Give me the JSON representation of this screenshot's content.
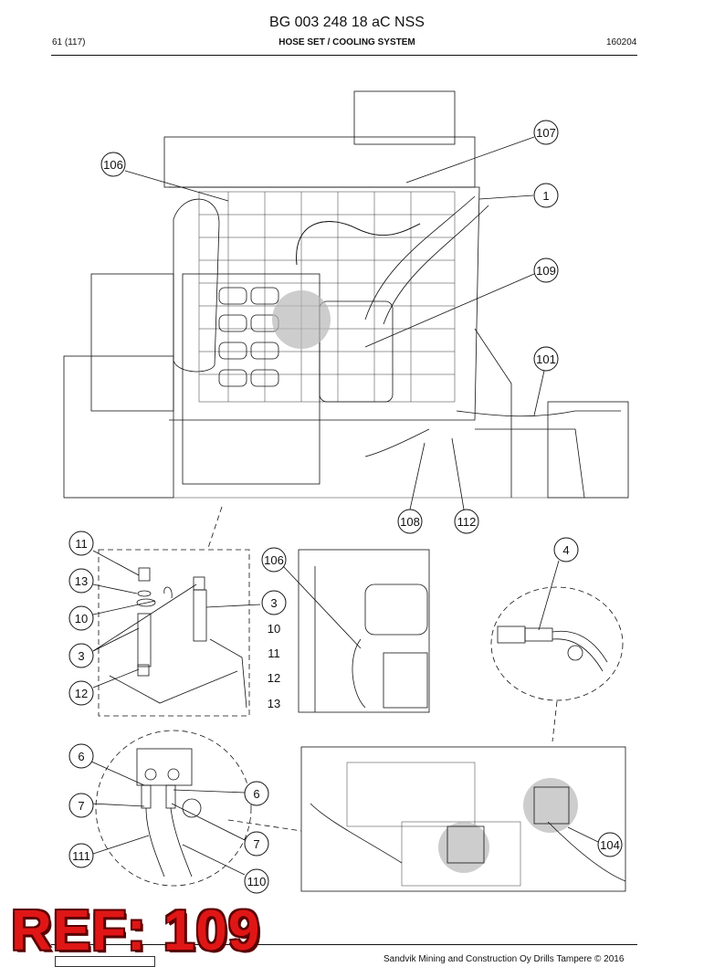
{
  "header": {
    "title": "BG 003 248 18 aC NSS",
    "page": "61 (117)",
    "section": "HOSE SET / COOLING SYSTEM",
    "code": "160204"
  },
  "footer": {
    "copyright": "Sandvik Mining and Construction Oy Drills Tampere © 2016"
  },
  "stamp": {
    "text": "REF: 109",
    "color": "#e01616"
  },
  "callouts": {
    "c106_top": "106",
    "c107": "107",
    "c1": "1",
    "c109": "109",
    "c101": "101",
    "c108": "108",
    "c112": "112",
    "c11_a": "11",
    "c13_a": "13",
    "c10_a": "10",
    "c3_a": "3",
    "c12_a": "12",
    "c106_b": "106",
    "c3_b": "3",
    "c4": "4",
    "c6_a": "6",
    "c6_b": "6",
    "c7_a": "7",
    "c7_b": "7",
    "c111": "111",
    "c110": "110",
    "c104": "104"
  },
  "labels": {
    "l10": "10",
    "l11": "11",
    "l12": "12",
    "l13": "13"
  }
}
